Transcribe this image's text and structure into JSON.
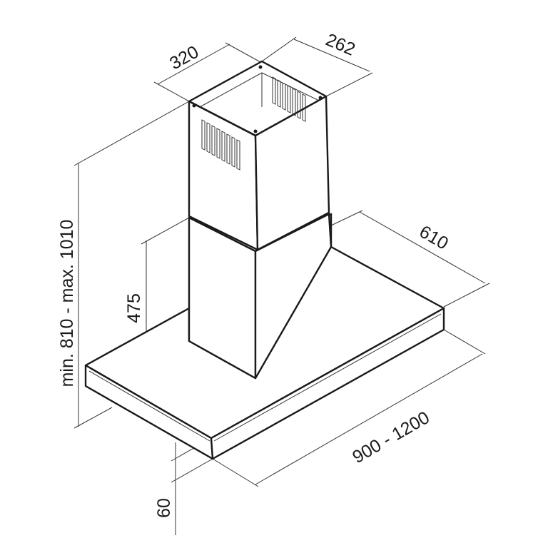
{
  "dimensions": {
    "chimney_width": "320",
    "chimney_depth": "262",
    "canopy_depth": "610",
    "chimney_lower_height": "475",
    "total_height": "min. 810 - max. 1010",
    "canopy_width": "900 - 1200",
    "canopy_thickness": "60"
  },
  "colors": {
    "line": "#1a1a1a",
    "background": "#ffffff"
  }
}
